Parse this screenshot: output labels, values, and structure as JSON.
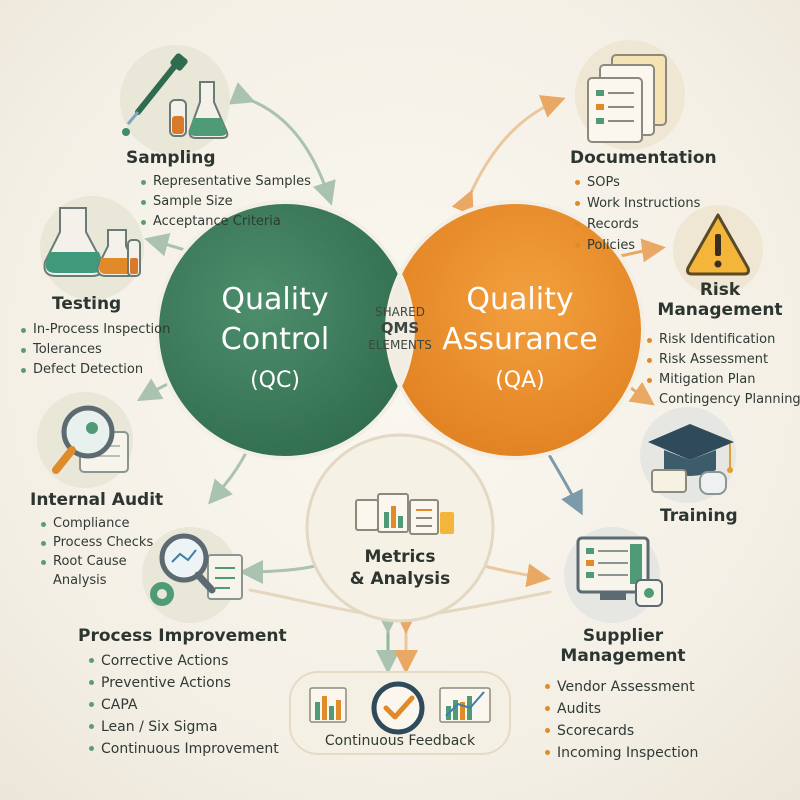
{
  "qc": {
    "title_line1": "Quality",
    "title_line2": "Control",
    "abbr": "(QC)",
    "color": "#3f7e5e"
  },
  "qa": {
    "title_line1": "Quality",
    "title_line2": "Assurance",
    "abbr": "(QA)",
    "color": "#ec8e2c"
  },
  "shared": {
    "line1": "SHARED",
    "line2": "QMS",
    "line3": "ELEMENTS"
  },
  "sampling": {
    "title": "Sampling",
    "items": [
      "Representative Samples",
      "Sample Size",
      "Acceptance Criteria"
    ]
  },
  "testing": {
    "title": "Testing",
    "items": [
      "In-Process Inspection",
      "Tolerances",
      "Defect Detection"
    ]
  },
  "internal_audit": {
    "title": "Internal Audit",
    "items": [
      "Compliance",
      "Process Checks",
      "Root Cause",
      "Analysis"
    ]
  },
  "process_improvement": {
    "title": "Process Improvement",
    "items": [
      "Corrective Actions",
      "Preventive Actions",
      "CAPA",
      "Lean / Six Sigma",
      "Continuous Improvement"
    ]
  },
  "documentation": {
    "title": "Documentation",
    "items": [
      "SOPs",
      "Work Instructions",
      "Records",
      "Policies"
    ]
  },
  "risk_management": {
    "title_line1": "Risk",
    "title_line2": "Management",
    "items": [
      "Risk Identification",
      "Risk Assessment",
      "Mitigation Plan",
      "Contingency Planning"
    ]
  },
  "training": {
    "title": "Training"
  },
  "supplier_management": {
    "title_line1": "Supplier",
    "title_line2": "Management",
    "items": [
      "Vendor Assessment",
      "Audits",
      "Scorecards",
      "Incoming Inspection"
    ]
  },
  "metrics": {
    "title_line1": "Metrics",
    "title_line2": "& Analysis"
  },
  "feedback": {
    "title": "Continuous Feedback"
  },
  "icons": [
    "dropper-flask-icon",
    "flasks-icon",
    "magnifier-document-icon",
    "magnifier-gear-icon",
    "documents-icon",
    "warning-triangle-icon",
    "graduation-cap-icon",
    "monitor-checklist-icon",
    "charts-documents-icon",
    "feedback-cycle-icon"
  ]
}
